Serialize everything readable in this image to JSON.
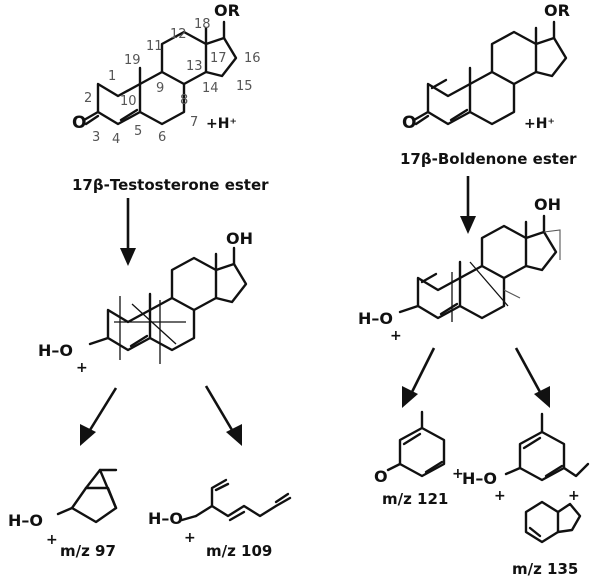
{
  "testosterone": {
    "name": "17β-Testosterone ester",
    "substituent": "OR",
    "protonation": "+H⁺",
    "carbonyl_o": "O",
    "atom_numbers": [
      "1",
      "2",
      "3",
      "4",
      "5",
      "6",
      "7",
      "8",
      "9",
      "10",
      "11",
      "12",
      "13",
      "14",
      "15",
      "16",
      "17",
      "18",
      "19"
    ]
  },
  "boldenone": {
    "name": "17β-Boldenone ester",
    "substituent": "OR",
    "protonation": "+H⁺",
    "carbonyl_o": "O"
  },
  "intermediates": {
    "hydroxyl": "OH",
    "protonated_oxygen": "H–O",
    "charge": "+"
  },
  "fragments": [
    {
      "label": "m/z 97"
    },
    {
      "label": "m/z 109"
    },
    {
      "label": "m/z 121"
    },
    {
      "label": "m/z 135"
    }
  ]
}
